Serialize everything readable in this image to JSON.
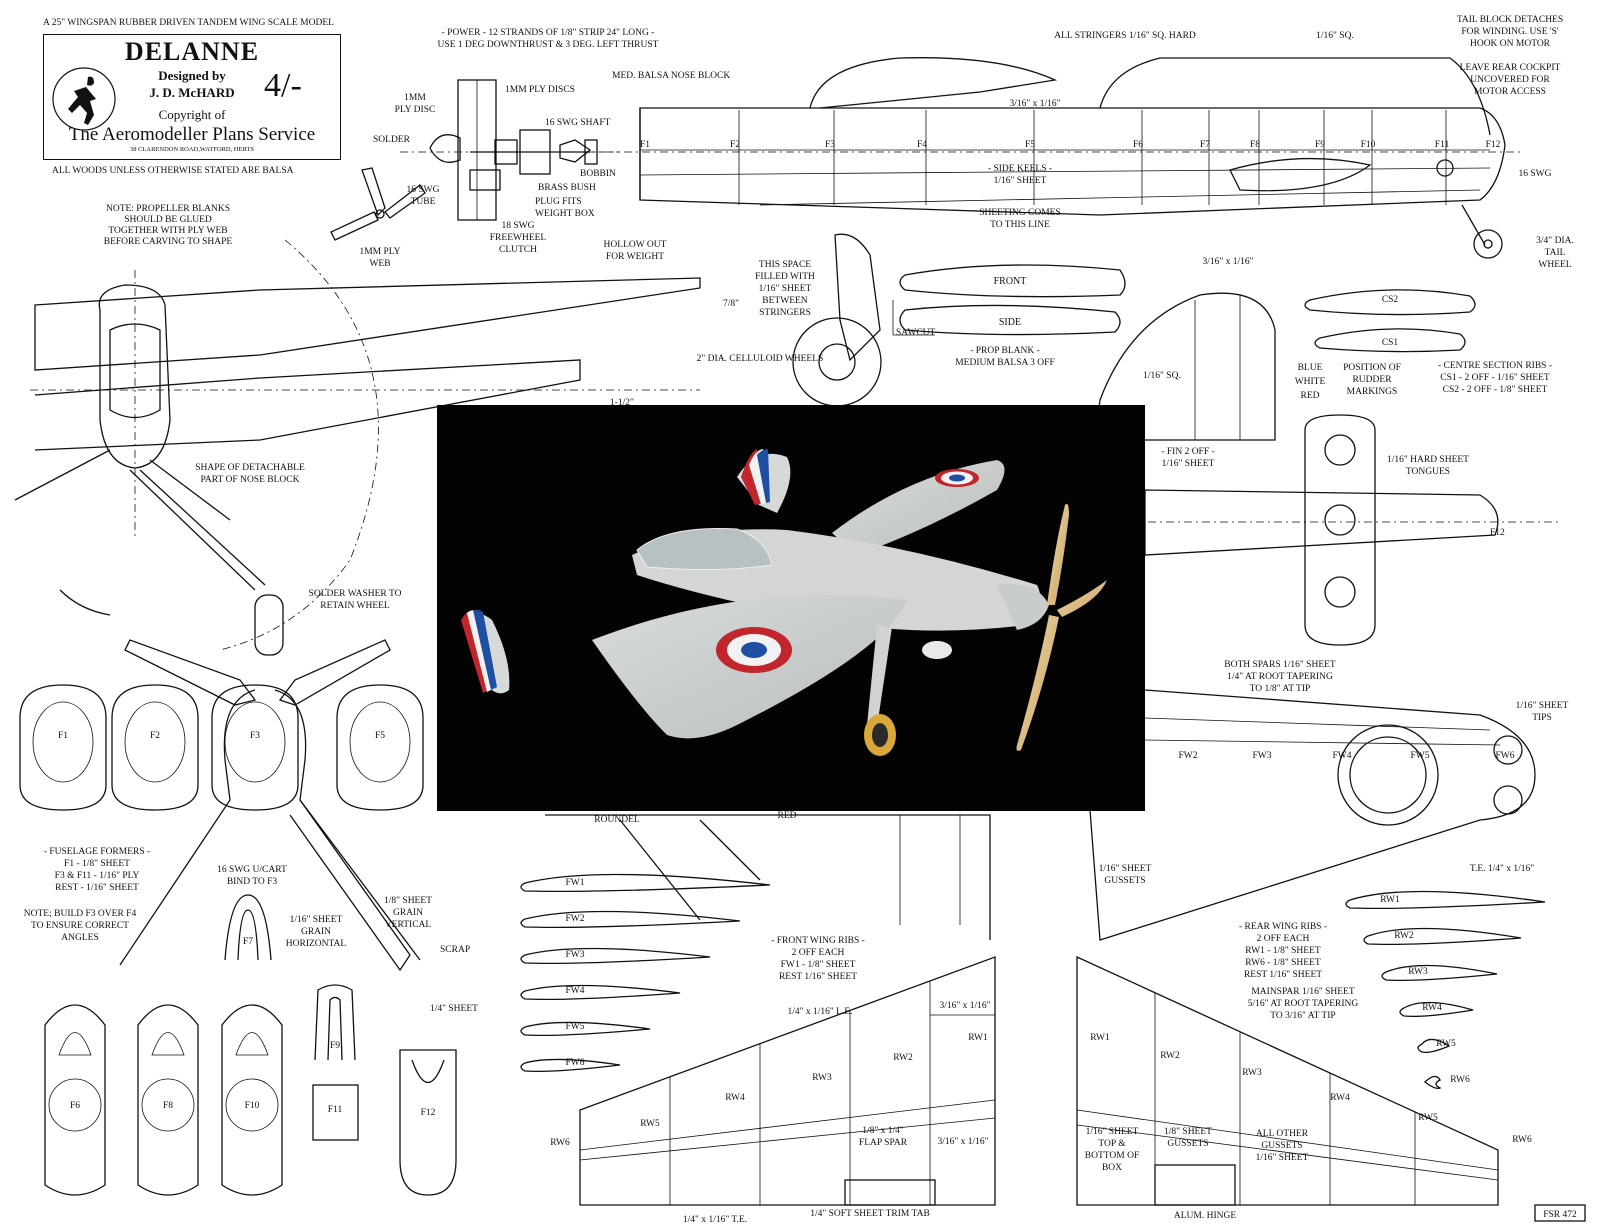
{
  "header": {
    "model_line": "A 25\" WINGSPAN RUBBER DRIVEN TANDEM WING SCALE MODEL",
    "name": "DELANNE",
    "designed_by": "Designed by",
    "designer": "J. D. McHARD",
    "copyright": "Copyright of",
    "service": "The Aeromodeller Plans Service",
    "address": "38 CLARENDON ROAD,WATFORD, HERTS",
    "price": "4/-",
    "woods_note": "ALL WOODS UNLESS OTHERWISE STATED ARE BALSA"
  },
  "plan_id": "FSR 472",
  "labels": {
    "power_1": "- POWER - 12 STRANDS OF 1/8\" STRIP 24\" LONG -",
    "power_2": "USE 1 DEG DOWNTHRUST & 3 DEG. LEFT THRUST",
    "ply_disc_1": "1MM",
    "ply_disc_2": "PLY DISC",
    "ply_discs": "1MM PLY DISCS",
    "solder": "SOLDER",
    "shaft": "16 SWG SHAFT",
    "bobbin": "BOBBIN",
    "brass_bush": "BRASS BUSH",
    "plug_1": "PLUG FITS",
    "plug_2": "WEIGHT BOX",
    "tube_1": "16 SWG",
    "tube_2": "TUBE",
    "clutch_1": "18 SWG",
    "clutch_2": "FREEWHEEL",
    "clutch_3": "CLUTCH",
    "nose_block": "MED. BALSA NOSE BLOCK",
    "hollow_1": "HOLLOW OUT",
    "hollow_2": "FOR WEIGHT",
    "ply_web_1": "1MM PLY",
    "ply_web_2": "WEB",
    "prop_note_1": "NOTE: PROPELLER BLANKS",
    "prop_note_2": "SHOULD BE GLUED",
    "prop_note_3": "TOGETHER WITH PLY WEB",
    "prop_note_4": "BEFORE CARVING TO SHAPE",
    "stringers": "ALL STRINGERS 1/16\" SQ. HARD",
    "sq16": "1/16\" SQ.",
    "tail_1": "TAIL BLOCK DETACHES",
    "tail_2": "FOR WINDING.  USE 'S'",
    "tail_3": "HOOK ON MOTOR",
    "cockpit_1": "LEAVE REAR COCKPIT",
    "cockpit_2": "UNCOVERED FOR",
    "cockpit_3": "MOTOR ACCESS",
    "strip_3_16": "3/16\" x 1/16\"",
    "keels_1": "- SIDE KEELS -",
    "keels_2": "1/16\" SHEET",
    "sheeting_1": "SHEETING COMES",
    "sheeting_2": "TO THIS LINE",
    "space_1": "THIS SPACE",
    "space_2": "FILLED WITH",
    "space_3": "1/16\" SHEET",
    "space_4": "BETWEEN",
    "space_5": "STRINGERS",
    "swg16": "16 SWG",
    "tail_wheel_1": "3/4\" DIA.",
    "tail_wheel_2": "TAIL",
    "tail_wheel_3": "WHEEL",
    "front": "FRONT",
    "side": "SIDE",
    "sawcut": "SAWCUT",
    "prop_blank_1": "- PROP BLANK -",
    "prop_blank_2": "MEDIUM BALSA 3 OFF",
    "wheels": "2\" DIA. CELLULOID WHEELS",
    "dim_7_8": "7/8\"",
    "dim_1_1_2": "1-1/2\"",
    "sq16b": "1/16\" SQ.",
    "blue": "BLUE",
    "white": "WHITE",
    "red": "RED",
    "rudder_1": "POSITION OF",
    "rudder_2": "RUDDER",
    "rudder_3": "MARKINGS",
    "cs_1": "- CENTRE SECTION RIBS -",
    "cs_2": "CS1 - 2 OFF - 1/16\" SHEET",
    "cs_3": "CS2 - 2 OFF - 1/8\" SHEET",
    "cs1": "CS1",
    "cs2": "CS2",
    "fin_1": "- FIN 2 OFF -",
    "fin_2": "1/16\" SHEET",
    "tongues_1": "1/16\" HARD SHEET",
    "tongues_2": "TONGUES",
    "f12": "F12",
    "shape_1": "SHAPE OF DETACHABLE",
    "shape_2": "PART OF NOSE BLOCK",
    "washer_1": "SOLDER WASHER TO",
    "washer_2": "RETAIN WHEEL",
    "spars_1": "BOTH SPARS 1/16\" SHEET",
    "spars_2": "1/4\" AT ROOT TAPERING",
    "spars_3": "TO 1/8\" AT TIP",
    "tips_1": "1/16\" SHEET",
    "tips_2": "TIPS",
    "roundel": "ROUNDEL",
    "red2": "RED",
    "gussets_1": "1/16\" SHEET",
    "gussets_2": "GUSSETS",
    "te": "T.E. 1/4\" x 1/16\"",
    "formers_1": "- FUSELAGE FORMERS -",
    "formers_2": "F1 - 1/8\" SHEET",
    "formers_3": "F3 & F11 - 1/16\" PLY",
    "formers_4": "REST - 1/16\" SHEET",
    "ucart_1": "16 SWG U/CART",
    "ucart_2": "BIND TO F3",
    "build_1": "NOTE; BUILD F3 OVER F4",
    "build_2": "TO ENSURE CORRECT",
    "build_3": "ANGLES",
    "grain_v_1": "1/8\" SHEET",
    "grain_v_2": "GRAIN",
    "grain_v_3": "VERTICAL",
    "grain_h_1": "1/16\" SHEET",
    "grain_h_2": "GRAIN",
    "grain_h_3": "HORIZONTAL",
    "scrap": "SCRAP",
    "sheet_1_4": "1/4\" SHEET",
    "fw_ribs_1": "- FRONT WING RIBS -",
    "fw_ribs_2": "2 OFF EACH",
    "fw_ribs_3": "FW1 - 1/8\" SHEET",
    "fw_ribs_4": "REST 1/16\" SHEET",
    "rw_ribs_1": "- REAR WING RIBS -",
    "rw_ribs_2": "2 OFF EACH",
    "rw_ribs_3": "RW1 - 1/8\" SHEET",
    "rw_ribs_4": "RW6 - 1/8\" SHEET",
    "rw_ribs_5": "REST 1/16\" SHEET",
    "mainspar_1": "MAINSPAR 1/16\" SHEET",
    "mainspar_2": "5/16\" AT ROOT TAPERING",
    "mainspar_3": "TO 3/16\" AT TIP",
    "le": "1/4\" x 1/16\" L.E.",
    "flap_1": "1/8\" x 1/4\"",
    "flap_2": "FLAP SPAR",
    "box_1": "1/16\" SHEET",
    "box_2": "TOP &",
    "box_3": "BOTTOM OF",
    "box_4": "BOX",
    "gus18_1": "1/8\" SHEET",
    "gus18_2": "GUSSETS",
    "allg_1": "ALL OTHER",
    "allg_2": "GUSSETS",
    "allg_3": "1/16\" SHEET",
    "te_bottom": "1/4\" x 1/16\" T.E.",
    "trim": "1/4\" SOFT SHEET TRIM TAB",
    "hinge": "ALUM. HINGE"
  },
  "formers_top": [
    "F1",
    "F2",
    "F3",
    "F5"
  ],
  "formers_bottom": [
    "F6",
    "F8",
    "F10",
    "F11",
    "F12"
  ],
  "former_misc": [
    "F7",
    "F9"
  ],
  "fuselage_stations": [
    "F1",
    "F2",
    "F3",
    "F4",
    "F5",
    "F6",
    "F7",
    "F8",
    "F9",
    "F10",
    "F11",
    "F12"
  ],
  "front_wing_ribs": [
    "FW1",
    "FW2",
    "FW3",
    "FW4",
    "FW5",
    "FW6"
  ],
  "rear_wing_ribs": [
    "RW1",
    "RW2",
    "RW3",
    "RW4",
    "RW5",
    "RW6"
  ],
  "rear_wing_plan_ribs": [
    "FW2",
    "FW3",
    "FW4",
    "FW5",
    "FW6"
  ],
  "front_wing_panel_ribs": [
    "RW1",
    "RW2",
    "RW3",
    "RW4",
    "RW5",
    "RW6"
  ],
  "rear_wing_panel_ribs": [
    "RW1",
    "RW2",
    "RW3",
    "RW4",
    "RW5",
    "RW6"
  ],
  "photo": {
    "roundel_colors": [
      "#c0262c",
      "#f2f2f2",
      "#1f4fa0"
    ]
  }
}
